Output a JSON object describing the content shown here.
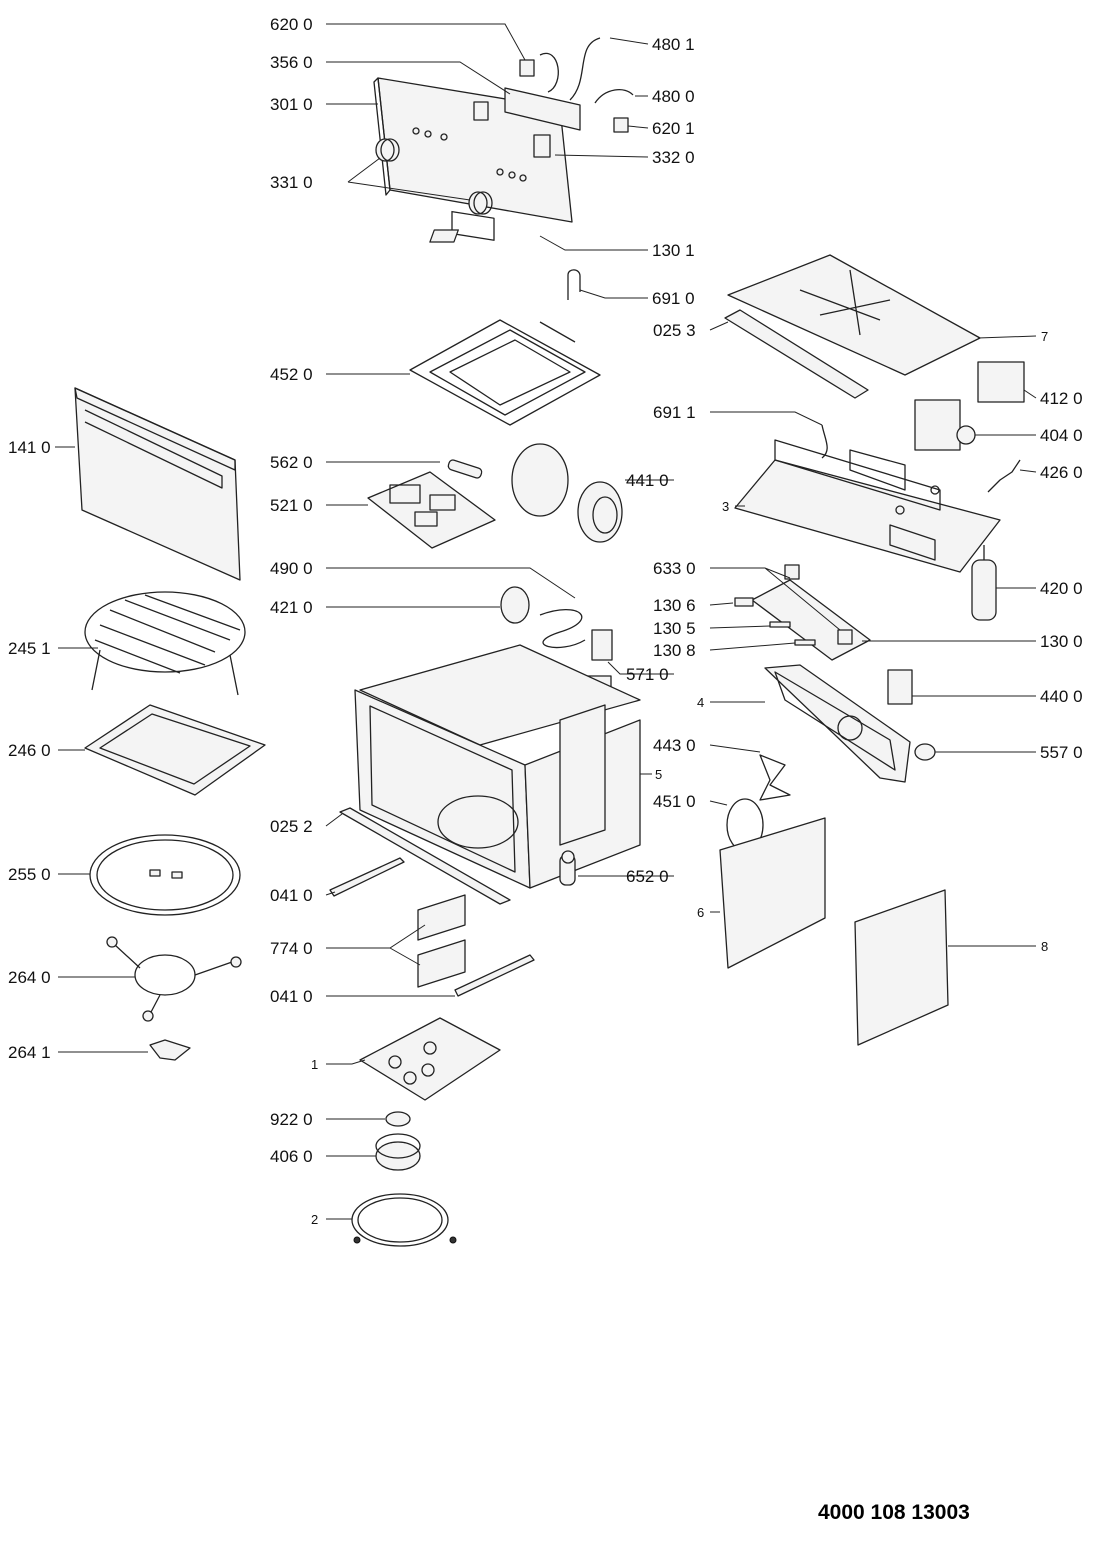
{
  "labels": {
    "l6200": "620 0",
    "l3560": "356 0",
    "l3010": "301 0",
    "l3310": "331 0",
    "l4801": "480 1",
    "l4800": "480 0",
    "l6201": "620 1",
    "l3320": "332 0",
    "l1301": "130 1",
    "l6910": "691 0",
    "l0253": "025 3",
    "l7": "7",
    "l4520": "452 0",
    "l4120": "412 0",
    "l6911": "691 1",
    "l4040": "404 0",
    "l1410": "141 0",
    "l5620": "562 0",
    "l4410": "441 0",
    "l4260": "426 0",
    "l5210": "521 0",
    "l3": "3",
    "l4900": "490 0",
    "l6330": "633 0",
    "l4210": "421 0",
    "l4200": "420 0",
    "l1306": "130 6",
    "l2451": "245 1",
    "l1305": "130 5",
    "l1300": "130 0",
    "l1308": "130 8",
    "l5710": "571 0",
    "l4": "4",
    "l4400": "440 0",
    "l2460": "246 0",
    "l4430": "443 0",
    "l5570": "557 0",
    "l5": "5",
    "l4510": "451 0",
    "l0252": "025 2",
    "l2550": "255 0",
    "l6520": "652 0",
    "l0410a": "041 0",
    "l6": "6",
    "l7740": "774 0",
    "l8": "8",
    "l2640": "264 0",
    "l0410b": "041 0",
    "l2641": "264 1",
    "l1": "1",
    "l9220": "922 0",
    "l4060": "406 0",
    "l2": "2"
  },
  "document_code": "4000 108 13003"
}
